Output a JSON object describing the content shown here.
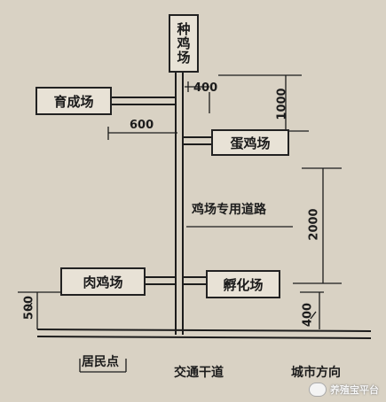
{
  "nodes": {
    "chick_farm": "种鸡场",
    "brooding_farm": "育成场",
    "egg_farm": "蛋鸡场",
    "broiler_farm": "肉鸡场",
    "hatchery": "孵化场"
  },
  "road_label": "鸡场专用道路",
  "dimensions": {
    "d400_top": "400",
    "d1000": "1000",
    "d600": "600",
    "d2000": "2000",
    "d500": "500",
    "d400_bottom": "400"
  },
  "bottom_labels": {
    "residential": "居民点",
    "main_road": "交通干道",
    "city_direction": "城市方向"
  },
  "watermark": "养殖宝平台",
  "colors": {
    "background": "#d9d2c4",
    "ink": "#1c1c1c",
    "box_fill": "#e8e2d6"
  }
}
